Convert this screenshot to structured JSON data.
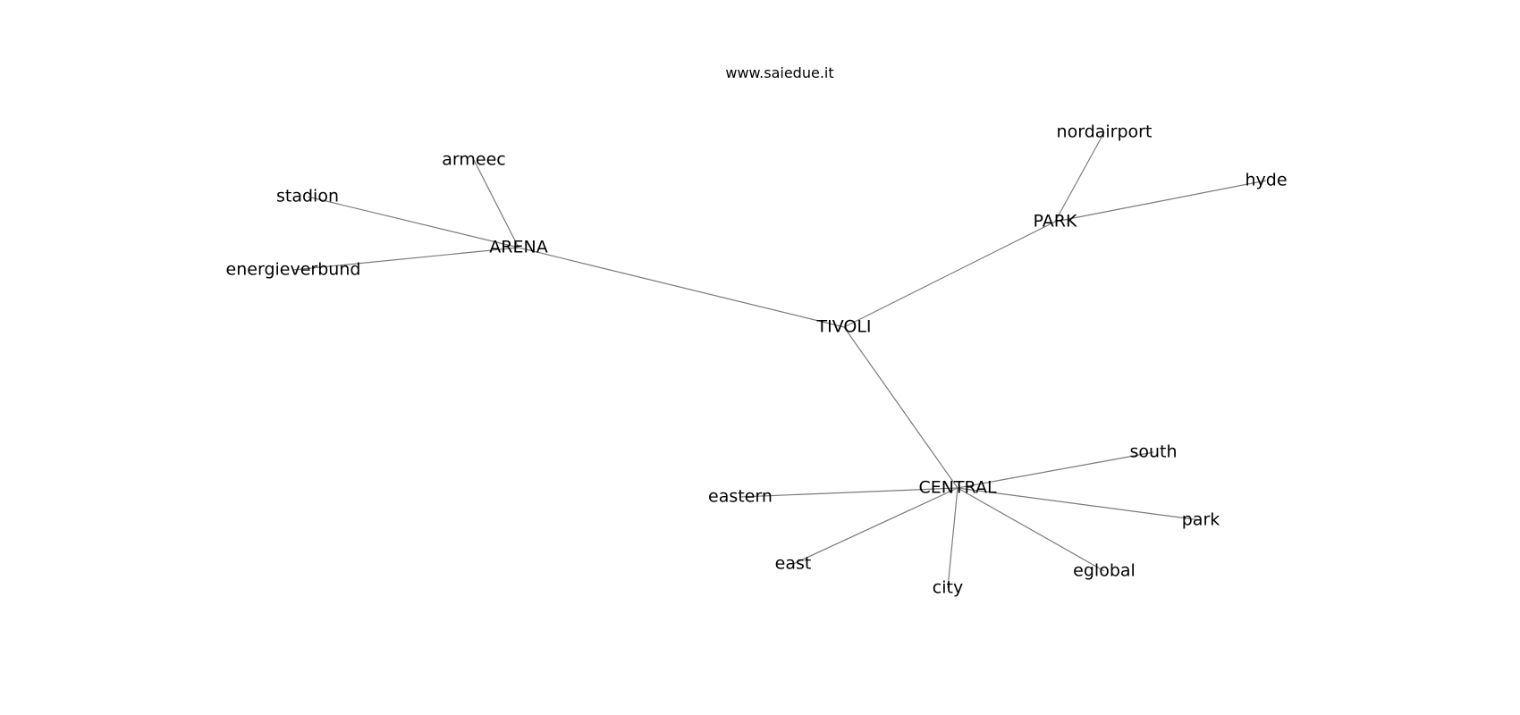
{
  "diagram": {
    "title": "www.saiedue.it",
    "nodes": [
      {
        "id": "TIVOLI",
        "label": "TIVOLI",
        "hub": true
      },
      {
        "id": "ARENA",
        "label": "ARENA",
        "hub": true
      },
      {
        "id": "PARK",
        "label": "PARK",
        "hub": true
      },
      {
        "id": "CENTRAL",
        "label": "CENTRAL",
        "hub": true
      },
      {
        "id": "armeec",
        "label": "armeec",
        "hub": false
      },
      {
        "id": "stadion",
        "label": "stadion",
        "hub": false
      },
      {
        "id": "energieverbund",
        "label": "energieverbund",
        "hub": false
      },
      {
        "id": "nordairport",
        "label": "nordairport",
        "hub": false
      },
      {
        "id": "hyde",
        "label": "hyde",
        "hub": false
      },
      {
        "id": "south",
        "label": "south",
        "hub": false
      },
      {
        "id": "eastern",
        "label": "eastern",
        "hub": false
      },
      {
        "id": "park",
        "label": "park",
        "hub": false
      },
      {
        "id": "east",
        "label": "east",
        "hub": false
      },
      {
        "id": "eglobal",
        "label": "eglobal",
        "hub": false
      },
      {
        "id": "city",
        "label": "city",
        "hub": false
      }
    ],
    "edges": [
      [
        "TIVOLI",
        "ARENA"
      ],
      [
        "TIVOLI",
        "PARK"
      ],
      [
        "TIVOLI",
        "CENTRAL"
      ],
      [
        "ARENA",
        "armeec"
      ],
      [
        "ARENA",
        "stadion"
      ],
      [
        "ARENA",
        "energieverbund"
      ],
      [
        "PARK",
        "nordairport"
      ],
      [
        "PARK",
        "hyde"
      ],
      [
        "CENTRAL",
        "south"
      ],
      [
        "CENTRAL",
        "eastern"
      ],
      [
        "CENTRAL",
        "park"
      ],
      [
        "CENTRAL",
        "east"
      ],
      [
        "CENTRAL",
        "eglobal"
      ],
      [
        "CENTRAL",
        "city"
      ]
    ],
    "colors": {
      "edge": "#7a7a7a",
      "text": "#000000",
      "background": "#ffffff"
    }
  }
}
